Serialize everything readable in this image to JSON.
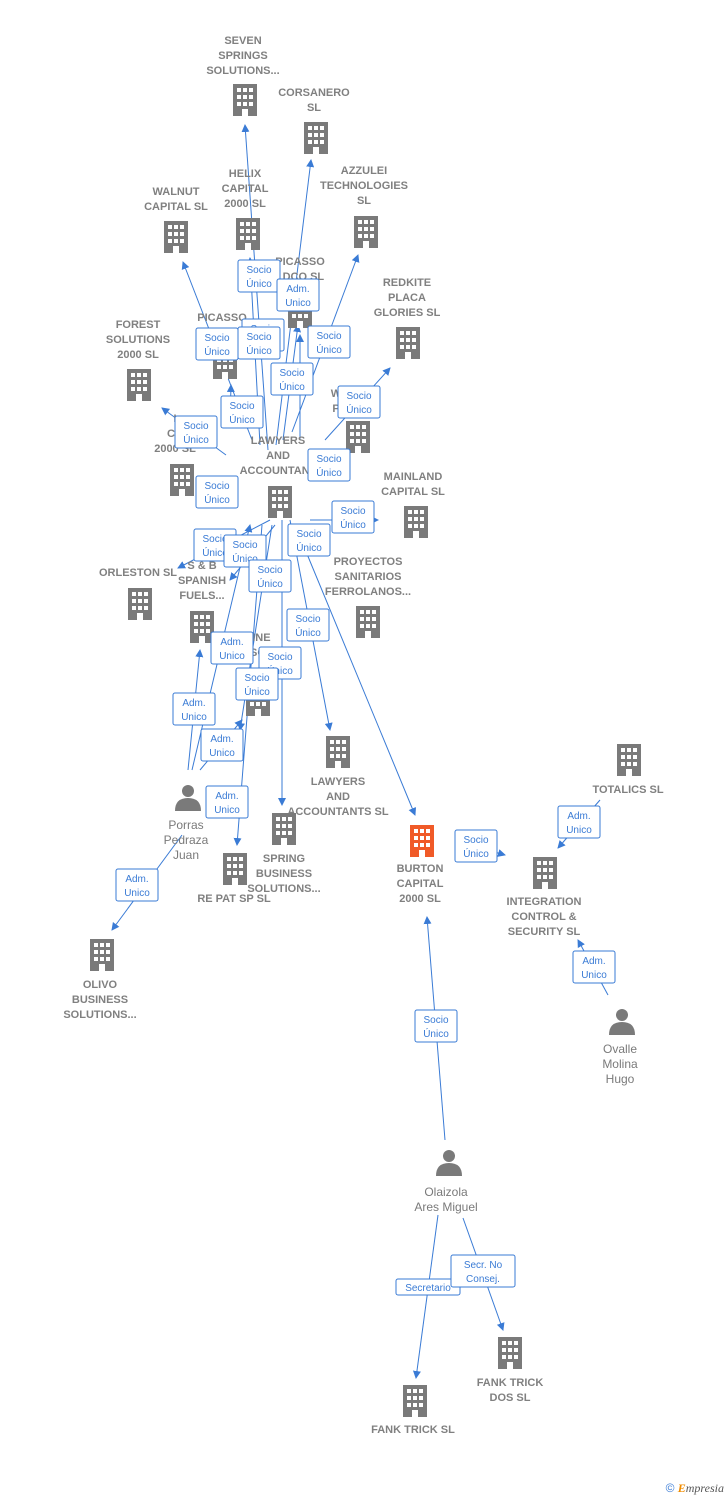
{
  "colors": {
    "edge": "#3a7bd5",
    "node": "#7a7a7a",
    "focus": "#f05a28"
  },
  "companies": [
    {
      "id": "seven",
      "lines": [
        "SEVEN",
        "SPRINGS",
        "SOLUTIONS..."
      ],
      "icon": "building-icon"
    },
    {
      "id": "corsanero",
      "lines": [
        "CORSANERO",
        "SL"
      ],
      "icon": "building-icon"
    },
    {
      "id": "helix",
      "lines": [
        "HELIX",
        "CAPITAL",
        "2000  SL"
      ],
      "icon": "building-icon"
    },
    {
      "id": "azzulei",
      "lines": [
        "AZZULEI",
        "TECHNOLOGIES",
        "SL"
      ],
      "icon": "building-icon"
    },
    {
      "id": "walnut",
      "lines": [
        "WALNUT",
        "CAPITAL  SL"
      ],
      "icon": "building-icon"
    },
    {
      "id": "picasso_ldco",
      "lines": [
        "PICASSO",
        "LDCO  SL"
      ],
      "icon": "building-icon"
    },
    {
      "id": "redkite",
      "lines": [
        "REDKITE",
        "PLACA",
        "GLORIES  SL"
      ],
      "icon": "building-icon"
    },
    {
      "id": "picasso2",
      "lines": [
        "PICASSO"
      ],
      "icon": "building-icon"
    },
    {
      "id": "forest",
      "lines": [
        "FOREST",
        "SOLUTIONS",
        "2000  SL"
      ],
      "icon": "building-icon"
    },
    {
      "id": "wp",
      "lines": [
        "W",
        "P"
      ],
      "icon": "building-icon"
    },
    {
      "id": "capital2000",
      "lines": [
        "I",
        "CA",
        "2000  SL"
      ],
      "icon": "building-icon"
    },
    {
      "id": "lawyers1",
      "lines": [
        "LAWYERS",
        "AND",
        "ACCOUNTANT"
      ],
      "icon": "building-icon"
    },
    {
      "id": "mainland",
      "lines": [
        "MAINLAND",
        "CAPITAL  SL"
      ],
      "icon": "building-icon"
    },
    {
      "id": "orleston",
      "lines": [
        "ORLESTON  SL"
      ],
      "icon": "building-icon"
    },
    {
      "id": "sb",
      "lines": [
        "S & B",
        "SPANISH",
        "FUELS..."
      ],
      "icon": "building-icon"
    },
    {
      "id": "proyectos",
      "lines": [
        "PROYECTOS",
        "SANITARIOS",
        "FERROLANOS..."
      ],
      "icon": "building-icon"
    },
    {
      "id": "online",
      "lines": [
        "LINE",
        "SO"
      ],
      "icon": "building-icon"
    },
    {
      "id": "lawyers2",
      "lines": [
        "LAWYERS",
        "AND",
        "ACCOUNTANTS SL"
      ],
      "icon": "building-icon"
    },
    {
      "id": "spring",
      "lines": [
        "SPRING",
        "BUSINESS",
        "SOLUTIONS..."
      ],
      "icon": "building-icon"
    },
    {
      "id": "repat",
      "lines": [
        "RE PAT SP  SL"
      ],
      "icon": "building-icon"
    },
    {
      "id": "burton",
      "lines": [
        "BURTON",
        "CAPITAL",
        "2000  SL"
      ],
      "icon": "building-icon",
      "focus": true
    },
    {
      "id": "integration",
      "lines": [
        "INTEGRATION",
        "CONTROL &",
        "SECURITY  SL"
      ],
      "icon": "building-icon"
    },
    {
      "id": "totalics",
      "lines": [
        "TOTALICS SL"
      ],
      "icon": "building-icon"
    },
    {
      "id": "olivo",
      "lines": [
        "OLIVO",
        "BUSINESS",
        "SOLUTIONS..."
      ],
      "icon": "building-icon"
    },
    {
      "id": "fank",
      "lines": [
        "FANK TRICK SL"
      ],
      "icon": "building-icon"
    },
    {
      "id": "fankdos",
      "lines": [
        "FANK TRICK",
        "DOS SL"
      ],
      "icon": "building-icon"
    }
  ],
  "people": [
    {
      "id": "porras",
      "lines": [
        "Porras",
        "Pedraza",
        "Juan"
      ],
      "icon": "person-icon"
    },
    {
      "id": "ovalle",
      "lines": [
        "Ovalle",
        "Molina",
        "Hugo"
      ],
      "icon": "person-icon"
    },
    {
      "id": "olaizola",
      "lines": [
        "Olaizola",
        "Ares Miguel"
      ],
      "icon": "person-icon"
    }
  ],
  "tags": [
    {
      "lines": [
        "Socio",
        "Único"
      ]
    },
    {
      "lines": [
        "Adm.",
        "Unico"
      ]
    },
    {
      "lines": [
        "Socio",
        "Único"
      ]
    },
    {
      "lines": [
        "Socio",
        "Único"
      ]
    },
    {
      "lines": [
        "Socio",
        "Único"
      ]
    },
    {
      "lines": [
        "Socio",
        "Único"
      ]
    },
    {
      "lines": [
        "Socio",
        "Único"
      ]
    },
    {
      "lines": [
        "Socio",
        "Único"
      ]
    },
    {
      "lines": [
        "Socio",
        "Único"
      ]
    },
    {
      "lines": [
        "Socio",
        "Único"
      ]
    },
    {
      "lines": [
        "Socio",
        "Único"
      ]
    },
    {
      "lines": [
        "Socio",
        "Único"
      ]
    },
    {
      "lines": [
        "Socio",
        "Único"
      ]
    },
    {
      "lines": [
        "Socio",
        "Único"
      ]
    },
    {
      "lines": [
        "Socio",
        "Único"
      ]
    },
    {
      "lines": [
        "Socio",
        "Único"
      ]
    },
    {
      "lines": [
        "Socio",
        "Único"
      ]
    },
    {
      "lines": [
        "Socio",
        "Único"
      ]
    },
    {
      "lines": [
        "Adm.",
        "Unico"
      ]
    },
    {
      "lines": [
        "Socio",
        "Único"
      ]
    },
    {
      "lines": [
        "Adm.",
        "Unico"
      ]
    },
    {
      "lines": [
        "Adm.",
        "Unico"
      ]
    },
    {
      "lines": [
        "Socio",
        "Único"
      ]
    },
    {
      "lines": [
        "Adm.",
        "Unico"
      ]
    },
    {
      "lines": [
        "Adm.",
        "Unico"
      ]
    },
    {
      "lines": [
        "Socio",
        "Único"
      ]
    },
    {
      "lines": [
        "Socio",
        "Único"
      ]
    },
    {
      "lines": [
        "Adm.",
        "Unico"
      ]
    },
    {
      "lines": [
        "Adm.",
        "Unico"
      ]
    },
    {
      "lines": [
        "Secretario"
      ]
    },
    {
      "lines": [
        "Secr.  No",
        "Consej."
      ]
    }
  ],
  "footer": {
    "copyright": "©",
    "brand_first": "E",
    "brand_rest": "mpresia"
  }
}
